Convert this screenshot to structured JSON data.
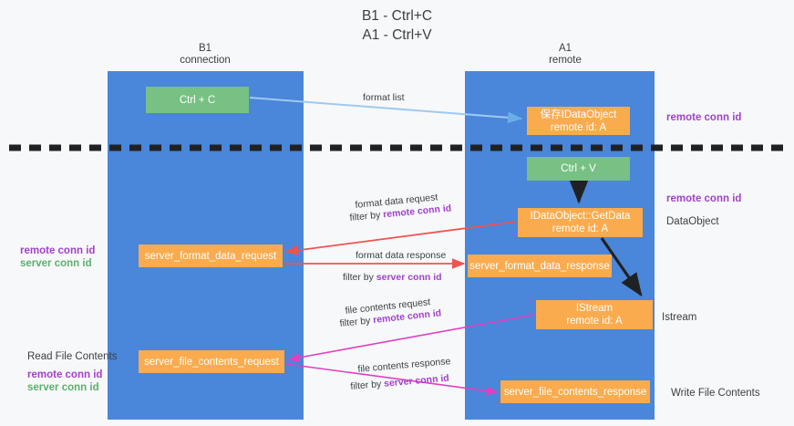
{
  "title": "B1 - Ctrl+C\nA1 - Ctrl+V",
  "title_line1": "B1 - Ctrl+C",
  "title_line2": "A1 - Ctrl+V",
  "columns": {
    "left": {
      "name": "B1",
      "role": "connection"
    },
    "right": {
      "name": "A1",
      "role": "remote"
    }
  },
  "boxes": {
    "ctrl_c": "Ctrl + C",
    "save_idataobject_line1": "保存IDataObject",
    "save_idataobject_line2": "remote id: A",
    "ctrl_v": "Ctrl + V",
    "getdata_line1": "IDataObject::GetData",
    "getdata_line2": "remote id: A",
    "server_format_data_request": "server_format_data_request",
    "server_format_data_response": "server_format_data_response",
    "istream_line1": "IStream",
    "istream_line2": "remote id: A",
    "server_file_contents_request": "server_file_contents_request",
    "server_file_contents_response": "server_file_contents_response"
  },
  "edge_labels": {
    "format_list": "format list",
    "format_data_request": "format data request",
    "format_data_request_filter_prefix": "filter by ",
    "format_data_request_filter_key": "remote conn id",
    "format_data_response": "format data response",
    "format_data_response_filter_prefix": "filter by ",
    "format_data_response_filter_key": "server conn id",
    "file_contents_request": "file contents request",
    "file_contents_request_filter_prefix": "filter by ",
    "file_contents_request_filter_key": "remote conn id",
    "file_contents_response": "file contents response",
    "file_contents_response_filter_prefix": "filter by ",
    "file_contents_response_filter_key": "server conn id"
  },
  "annotations": {
    "right_remote_conn_id_top": "remote conn id",
    "right_remote_conn_id_mid": "remote conn id",
    "right_dataobject": "DataObject",
    "right_istream": "Istream",
    "right_write_file_contents": "Write File Contents",
    "left_remote_conn_id": "remote conn id",
    "left_server_conn_id": "server conn id",
    "left_read_file_contents": "Read File Contents",
    "left_remote_conn_id_2": "remote conn id",
    "left_server_conn_id_2": "server conn id"
  },
  "colors": {
    "column": "#4a86d9",
    "green_box": "#76c183",
    "orange_box": "#f9ab4e",
    "purple_text": "#a142c8",
    "green_text": "#5bb06b",
    "red_arrow": "#ef5350",
    "magenta_arrow": "#e040c0",
    "light_blue_arrow": "#9fc9ef",
    "black_arrow": "#202124",
    "background": "#f7f8fa",
    "divider": "#202124"
  }
}
